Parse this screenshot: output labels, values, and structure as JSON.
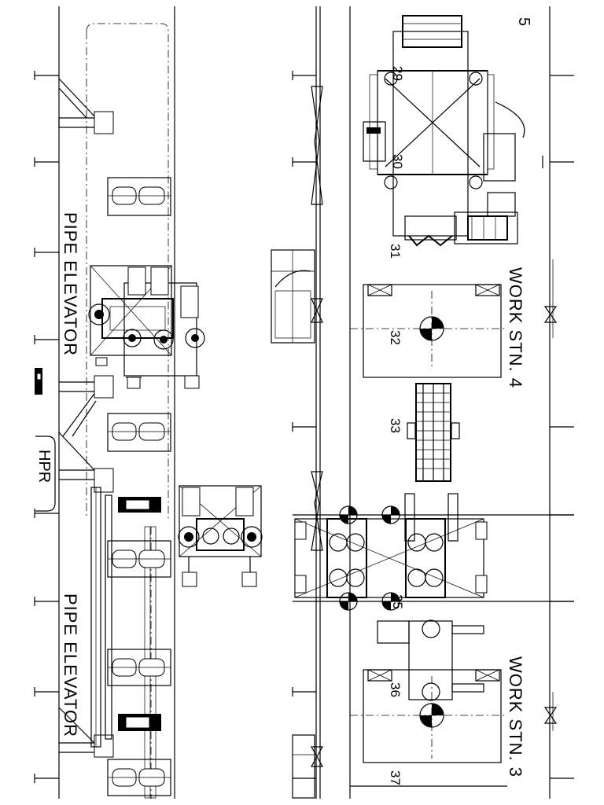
{
  "labels": {
    "station_top_number": "5",
    "pipe_elevator_upper": "PIPE ELEVATOR",
    "pipe_elevator_lower": "PIPE ELEVATOR",
    "hpr": "HPR",
    "work_station_4": "WORK STN. 4",
    "work_station_3": "WORK STN. 3",
    "item_29": "29",
    "item_30": "30",
    "item_31": "31",
    "item_32": "32",
    "item_33": "33",
    "item_35": "35",
    "item_36": "36",
    "item_37": "37"
  }
}
